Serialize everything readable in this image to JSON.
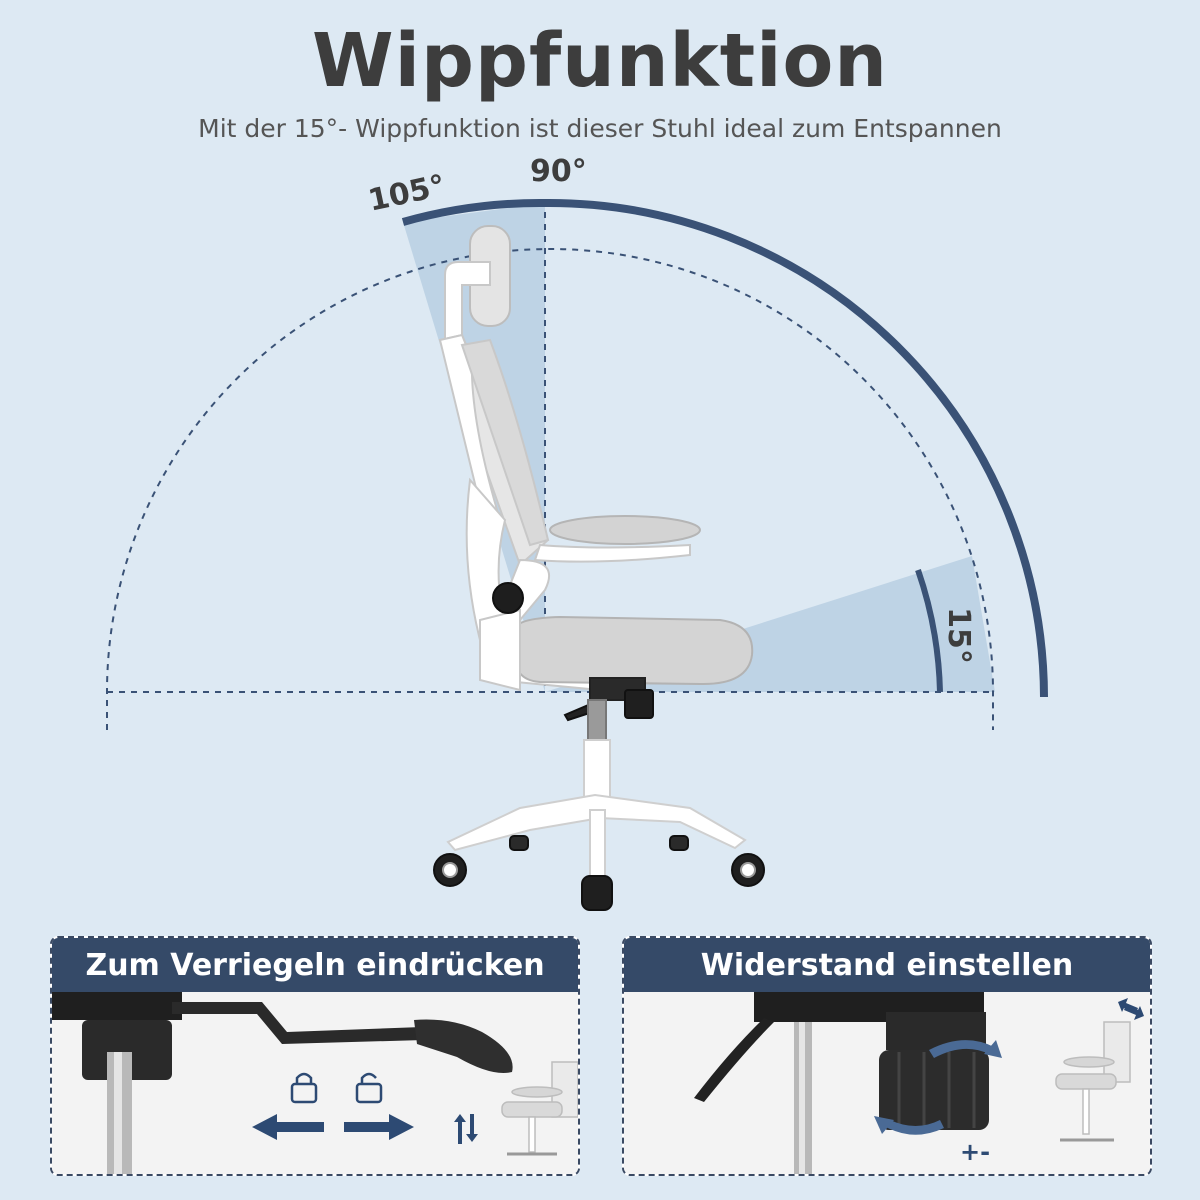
{
  "heading": {
    "title": "Wippfunktion",
    "subtitle": "Mit der 15°- Wippfunktion ist dieser Stuhl ideal zum Entspannen"
  },
  "angles": {
    "upright": "90°",
    "recline": "105°",
    "tilt": "15°"
  },
  "panels": [
    {
      "title": "Zum Verriegeln eindrücken",
      "icons": [
        "lock-closed-icon",
        "lock-open-icon",
        "arrow-left-icon",
        "arrow-right-icon",
        "up-down-arrows-icon"
      ]
    },
    {
      "title": "Widerstand einstellen",
      "adjust_label": "+-",
      "icons": [
        "rotate-arrows-icon",
        "double-arrow-icon"
      ]
    }
  ],
  "colors": {
    "background": "#dde9f3",
    "accent_dark_blue": "#354a68",
    "arc_blue": "#3a5276",
    "wedge_fill": "#b9cfe2"
  }
}
